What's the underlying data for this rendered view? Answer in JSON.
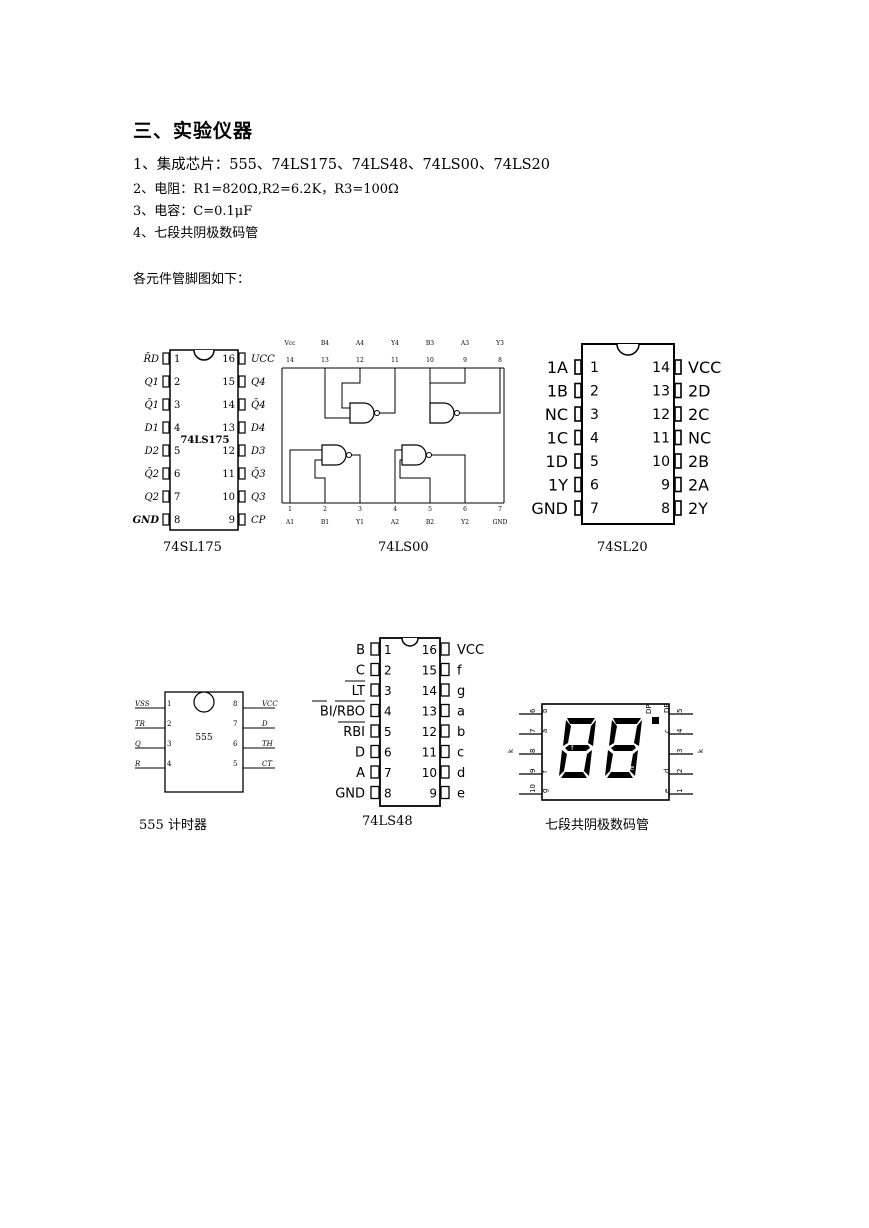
{
  "heading": "三、实验仪器",
  "items": [
    "1、集成芯片：555、74LS175、74LS48、74LS00、74LS20",
    "2、电阻：R1=820Ω,R2=6.2K，R3=100Ω",
    "3、电容：C=0.1μF",
    "4、七段共阴极数码管"
  ],
  "intro": "各元件管脚图如下：",
  "captions": {
    "c175": "74SL175",
    "c00": "74LS00",
    "c20": "74SL20",
    "c555": "555 计时器",
    "c48": "74LS48",
    "c7seg": "七段共阴极数码管"
  },
  "chip175": {
    "center": "74LS175",
    "left": [
      "R̄D",
      "Q1",
      "Q̄1",
      "D1",
      "D2",
      "Q̄2",
      "Q2",
      "GND"
    ],
    "leftnums": [
      "1",
      "2",
      "3",
      "4",
      "5",
      "6",
      "7",
      "8"
    ],
    "right": [
      "UCC",
      "Q4",
      "Q̄4",
      "D4",
      "D3",
      "Q̄3",
      "Q3",
      "CP"
    ],
    "rightnums": [
      "16",
      "15",
      "14",
      "13",
      "12",
      "11",
      "10",
      "9"
    ]
  },
  "chip00": {
    "top": [
      "Vcc",
      "B4",
      "A4",
      "Y4",
      "B3",
      "A3",
      "Y3"
    ],
    "topnums": [
      "14",
      "13",
      "12",
      "11",
      "10",
      "9",
      "8"
    ],
    "bottom": [
      "A1",
      "B1",
      "Y1",
      "A2",
      "B2",
      "Y2",
      "GND"
    ],
    "bottomnums": [
      "1",
      "2",
      "3",
      "4",
      "5",
      "6",
      "7"
    ]
  },
  "chip20": {
    "left": [
      "1A",
      "1B",
      "NC",
      "1C",
      "1D",
      "1Y",
      "GND"
    ],
    "leftnums": [
      "1",
      "2",
      "3",
      "4",
      "5",
      "6",
      "7"
    ],
    "right": [
      "VCC",
      "2D",
      "2C",
      "NC",
      "2B",
      "2A",
      "2Y"
    ],
    "rightnums": [
      "14",
      "13",
      "12",
      "11",
      "10",
      "9",
      "8"
    ]
  },
  "chip555": {
    "center": "555",
    "left": [
      "VSS",
      "TR",
      "Q",
      "R"
    ],
    "leftnums": [
      "1",
      "2",
      "3",
      "4"
    ],
    "right": [
      "VCC",
      "D",
      "TH",
      "CT"
    ],
    "rightnums": [
      "8",
      "7",
      "6",
      "5"
    ]
  },
  "chip48": {
    "left": [
      "B",
      "C",
      "LT",
      "BI/RBO",
      "RBI",
      "D",
      "A",
      "GND"
    ],
    "leftnums": [
      "1",
      "2",
      "3",
      "4",
      "5",
      "6",
      "7",
      "8"
    ],
    "right": [
      "VCC",
      "f",
      "g",
      "a",
      "b",
      "c",
      "d",
      "e"
    ],
    "rightnums": [
      "16",
      "15",
      "14",
      "13",
      "12",
      "11",
      "10",
      "9"
    ]
  },
  "seg7": {
    "leftpins": [
      "6",
      "7",
      "8",
      "9",
      "10"
    ],
    "leftletters": [
      "b",
      "a",
      "k",
      "f",
      "g"
    ],
    "rightpins": [
      "5",
      "4",
      "3",
      "2",
      "1"
    ],
    "rightletters": [
      "DP",
      "c",
      "k",
      "d",
      "e"
    ],
    "segs": [
      "a",
      "b",
      "c",
      "d",
      "e",
      "f",
      "g",
      "DP"
    ]
  }
}
